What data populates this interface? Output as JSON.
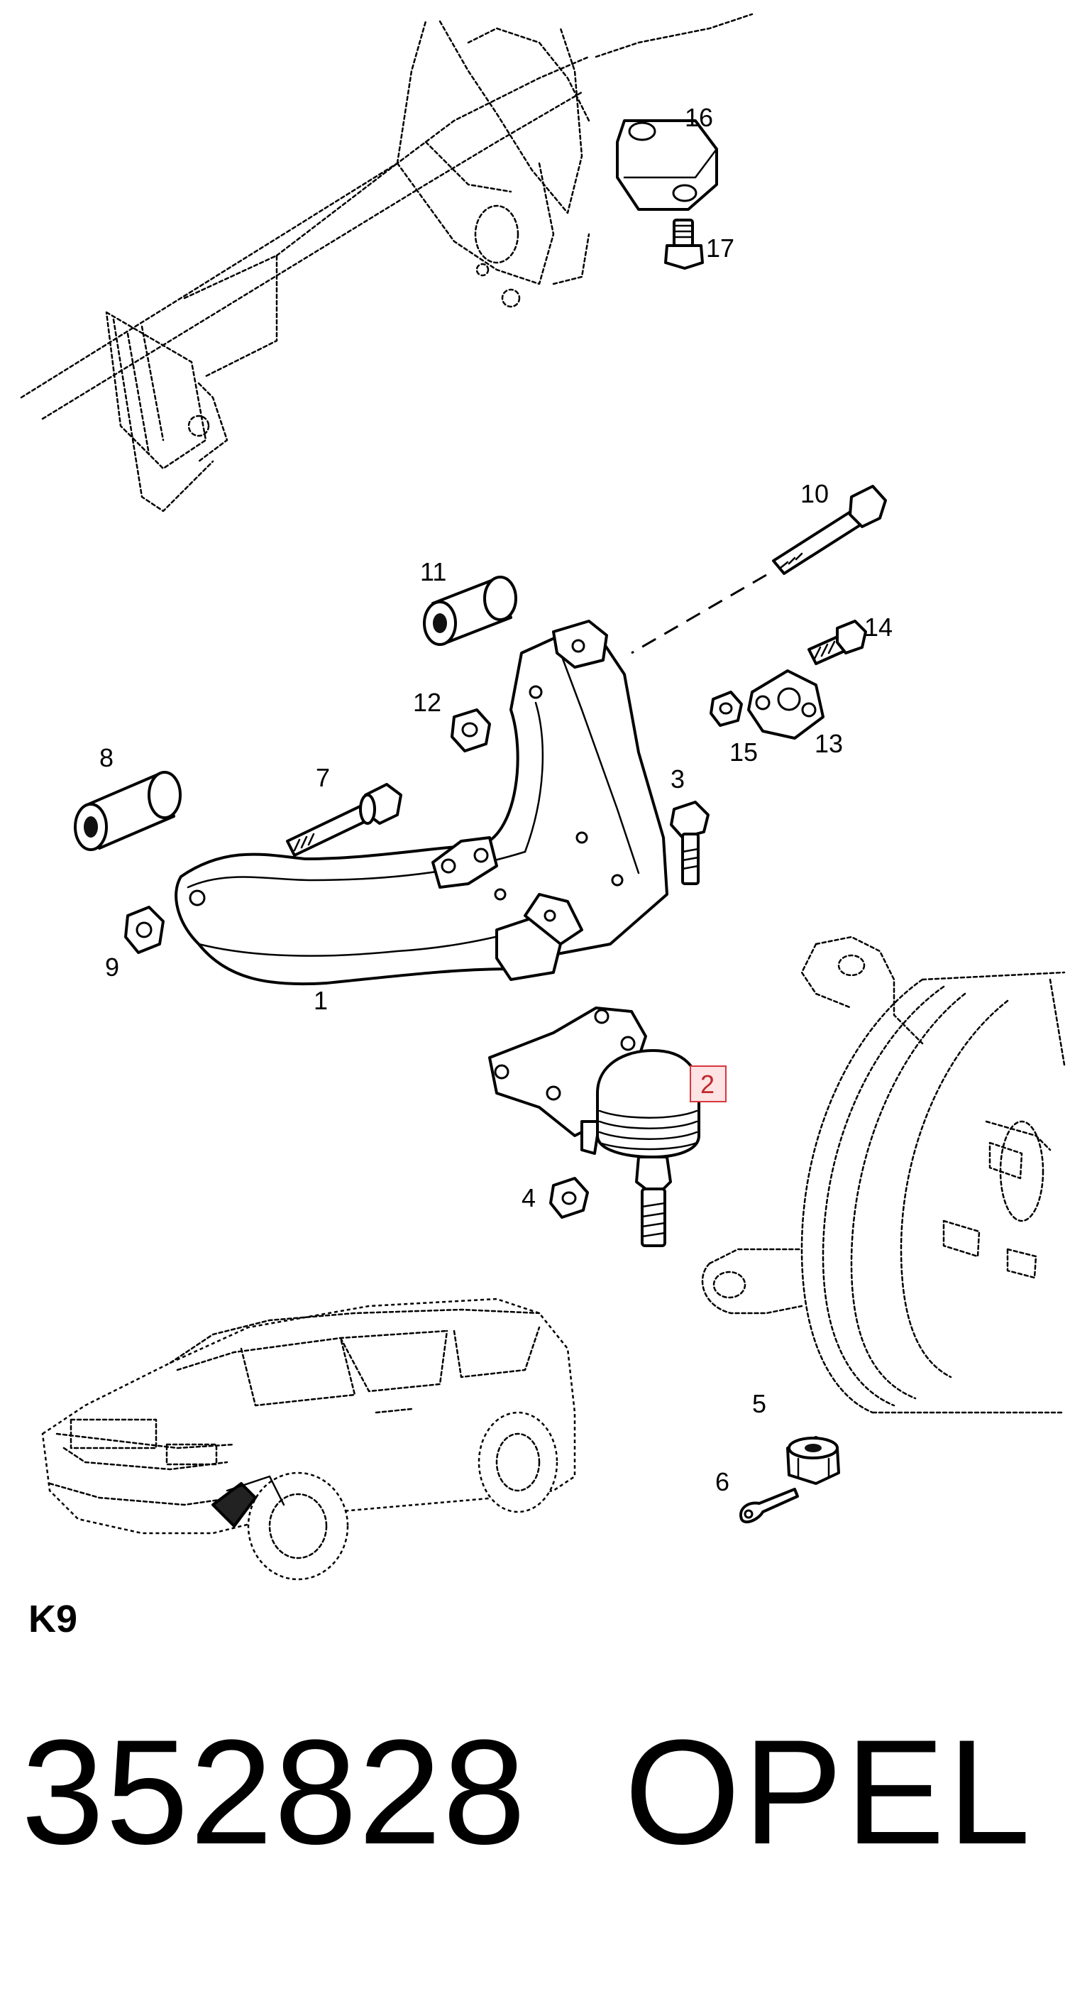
{
  "diagram": {
    "page_code": "K9",
    "part_number": "352828",
    "brand": "OPEL",
    "highlighted_callout": "2",
    "highlight_color": "#d9363e",
    "callouts": {
      "c1": "1",
      "c2": "2",
      "c3": "3",
      "c4": "4",
      "c5": "5",
      "c6": "6",
      "c7": "7",
      "c8": "8",
      "c9": "9",
      "c10": "10",
      "c11": "11",
      "c12": "12",
      "c13": "13",
      "c14": "14",
      "c15": "15",
      "c16": "16",
      "c17": "17"
    }
  }
}
